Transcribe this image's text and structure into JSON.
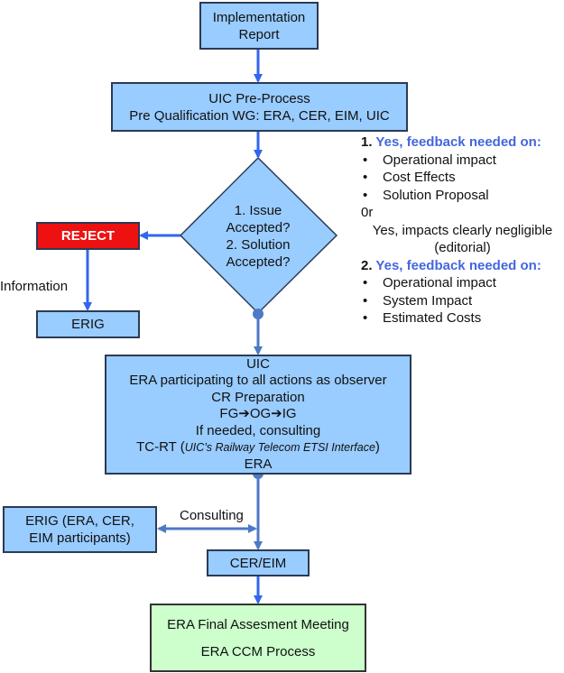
{
  "nodes": {
    "implementation_report": {
      "line1": "Implementation",
      "line2": "Report"
    },
    "pre_process": {
      "line1": "UIC Pre-Process",
      "line2": "Pre Qualification WG: ERA, CER, EIM, UIC"
    },
    "decision": {
      "line1": "1. Issue",
      "line2": "Accepted?",
      "line3": "2. Solution",
      "line4": "Accepted?"
    },
    "reject": {
      "label": "REJECT"
    },
    "erig_info": {
      "label": "ERIG"
    },
    "uic_box": {
      "line1": "UIC",
      "line2": "ERA participating to all actions as observer",
      "line3": "CR Preparation",
      "line4": "FG➔OG➔IG",
      "line5": "If needed, consulting",
      "line6_prefix": "TC-RT (",
      "line6_italic": "UIC’s Railway Telecom ETSI Interface",
      "line6_suffix": ")",
      "line7": "ERA"
    },
    "erig_consult": {
      "line1": "ERIG (ERA, CER,",
      "line2": "EIM participants)"
    },
    "cer_eim": {
      "label": "CER/EIM"
    },
    "final": {
      "line1": "ERA Final Assesment Meeting",
      "line2": "ERA CCM Process"
    }
  },
  "edge_labels": {
    "information": "Information",
    "consulting": "Consulting"
  },
  "notes": {
    "item1_num": "1.",
    "item1_head": "Yes, feedback needed on:",
    "item1_bullets": [
      "Operational impact",
      "Cost Effects",
      "Solution Proposal"
    ],
    "or": "0r",
    "negligible_line1": "Yes, impacts clearly negligible",
    "negligible_line2": "(editorial)",
    "item2_num": "2.",
    "item2_head": "Yes, feedback needed on:",
    "item2_bullets": [
      "Operational impact",
      "System Impact",
      "Estimated Costs"
    ]
  },
  "colors": {
    "box_fill": "#99ccff",
    "reject_fill": "#ee1111",
    "final_fill": "#ccffcc",
    "arrow": "#3366ee",
    "note_heading": "#4466dd"
  }
}
